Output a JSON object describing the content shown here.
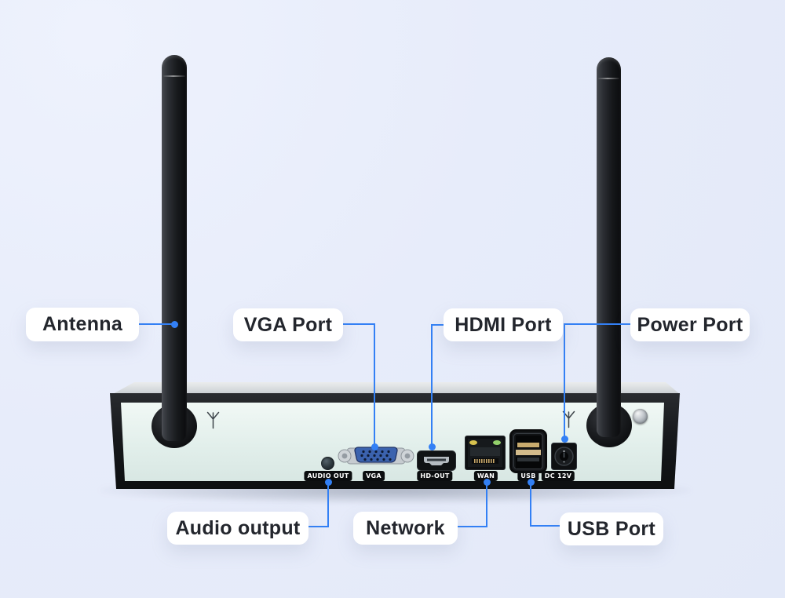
{
  "colors": {
    "background": "#e7ecfa",
    "accent_blue": "#3380f5",
    "device_face": "#e2efeb",
    "device_frame": "#17191c",
    "callout_text": "#23262d",
    "badge_bg": "#0b0d0f",
    "badge_text": "#ffffff",
    "vga_connector_blue": "#3b62ae",
    "ethernet_led_yellow": "#d6c14e",
    "ethernet_led_green": "#93d06b"
  },
  "callouts": {
    "antenna": "Antenna",
    "vga": "VGA Port",
    "hdmi": "HDMI Port",
    "power": "Power Port",
    "audio": "Audio output",
    "network": "Network",
    "usb": "USB Port"
  },
  "port_badges": {
    "audio": "AUDIO OUT",
    "vga": "VGA",
    "hdmi": "HD-OUT",
    "wan": "WAN",
    "usb": "USB",
    "dc": "DC 12V"
  }
}
